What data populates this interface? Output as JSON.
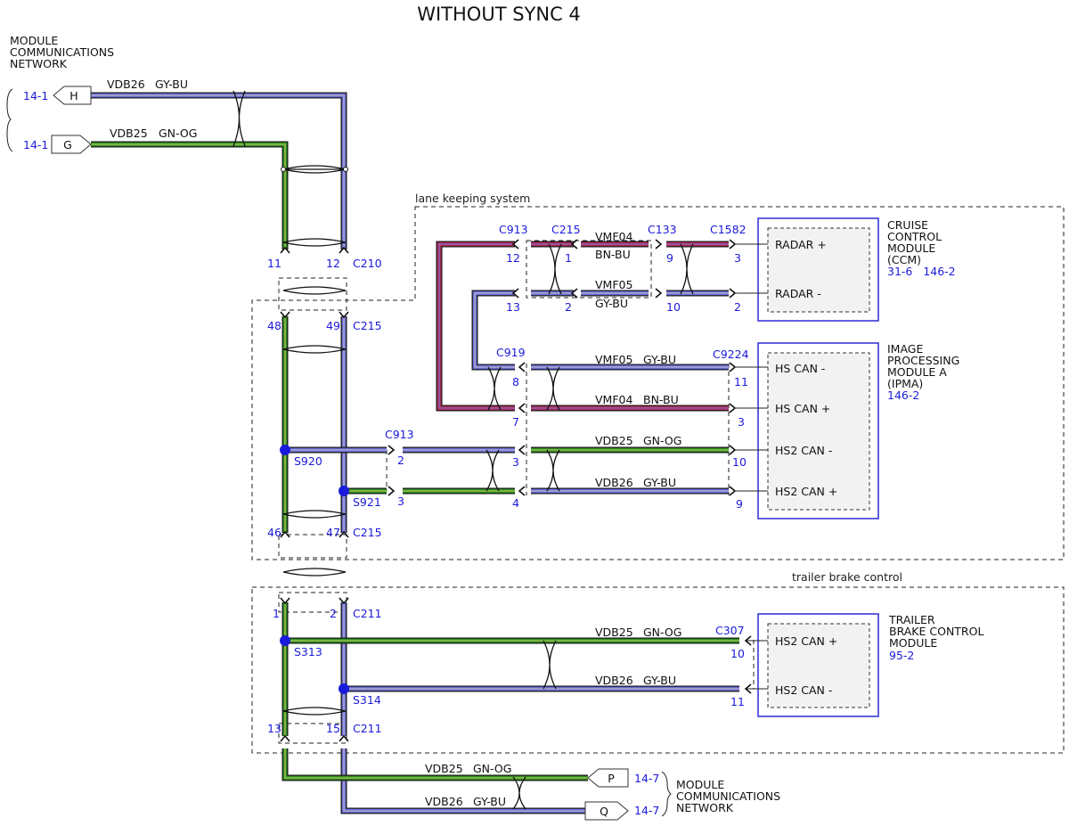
{
  "title": "WITHOUT SYNC 4",
  "network": {
    "left_label": [
      "MODULE",
      "COMMUNICATIONS",
      "NETWORK"
    ],
    "right_label": [
      "MODULE",
      "COMMUNICATIONS",
      "NETWORK"
    ],
    "ref_top_h": "14-1",
    "ref_top_g": "14-1",
    "ref_bottom_p": "14-7",
    "ref_bottom_q": "14-7",
    "pin_h": "H",
    "pin_g": "G",
    "pin_p": "P",
    "pin_q": "Q"
  },
  "wires": {
    "vdb26": "VDB26",
    "vdb25": "VDB25",
    "vmf04": "VMF04",
    "vmf05": "VMF05",
    "gy_bu": "GY-BU",
    "gn_og": "GN-OG",
    "bn_bu": "BN-BU"
  },
  "colors": {
    "gy_bu": "#6b6bd8",
    "gn_og": "#2f8f1f",
    "bn_bu": "#b02a55",
    "blue_text": "#1a1adc"
  },
  "sections": {
    "lane_keeping": "lane keeping system",
    "trailer_brake": "trailer brake control"
  },
  "connectors": {
    "c210": "C210",
    "c215_a": "C215",
    "c215_b": "C215",
    "c211_a": "C211",
    "c211_b": "C211",
    "c913_top": "C913",
    "c215_top": "C215",
    "c133": "C133",
    "c1582": "C1582",
    "c919": "C919",
    "c9224": "C9224",
    "c913_mid": "C913",
    "c307": "C307"
  },
  "splices": {
    "s920": "S920",
    "s921": "S921",
    "s313": "S313",
    "s314": "S314"
  },
  "pins": {
    "p11": "11",
    "p12": "12",
    "p48": "48",
    "p49": "49",
    "p46": "46",
    "p47": "47",
    "p1": "1",
    "p2": "2",
    "p13": "13",
    "p15": "15",
    "ccm_12": "12",
    "ccm_1": "1",
    "ccm_9": "9",
    "ccm_3": "3",
    "ccm_13": "13",
    "ccm_2": "2",
    "ccm_10": "10",
    "ccm_2b": "2",
    "ipma_8": "8",
    "ipma_7": "7",
    "ipma_11": "11",
    "ipma_3": "3",
    "c913_2": "2",
    "c913_3": "3",
    "ipma_3b": "3",
    "ipma_4": "4",
    "ipma_10": "10",
    "ipma_9": "9",
    "tbc_10": "10",
    "tbc_11": "11"
  },
  "modules": {
    "ccm": {
      "name": [
        "CRUISE",
        "CONTROL",
        "MODULE",
        "(CCM)"
      ],
      "refs": "31-6   146-2",
      "pins": [
        "RADAR +",
        "RADAR -"
      ]
    },
    "ipma": {
      "name": [
        "IMAGE",
        "PROCESSING",
        "MODULE A",
        "(IPMA)"
      ],
      "refs": "146-2",
      "pins": [
        "HS CAN -",
        "HS CAN +",
        "HS2 CAN -",
        "HS2 CAN +"
      ]
    },
    "tbc": {
      "name": [
        "TRAILER",
        "BRAKE CONTROL",
        "MODULE"
      ],
      "refs": "95-2",
      "pins": [
        "HS2 CAN +",
        "HS2 CAN -"
      ]
    }
  }
}
